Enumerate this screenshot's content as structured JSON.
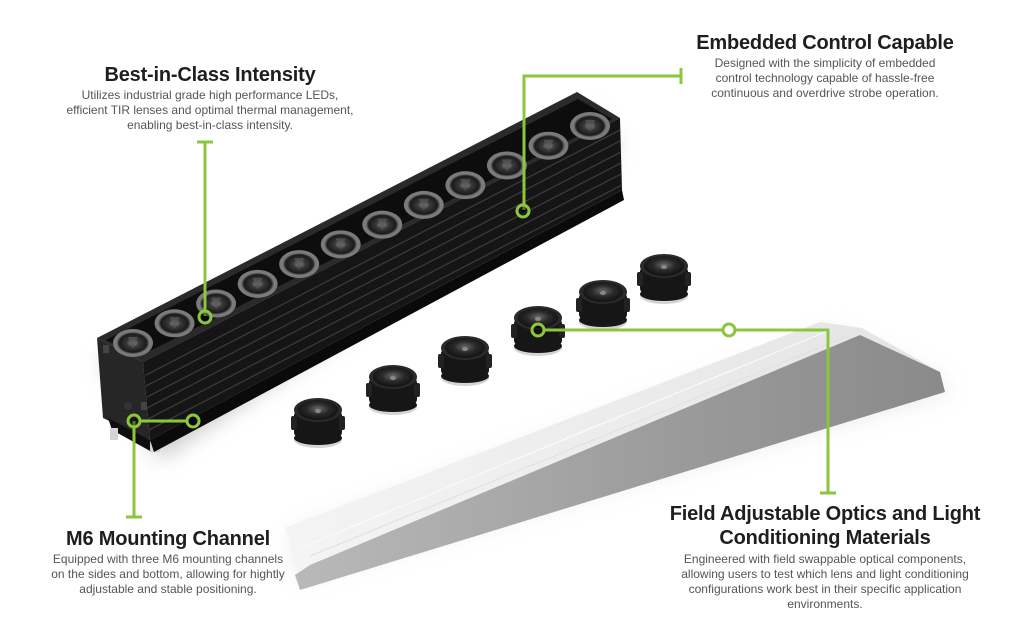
{
  "colors": {
    "accent_green": "#8cc63f",
    "heading": "#1e1e1e",
    "body_text": "#555555",
    "housing": "#141414"
  },
  "callouts": {
    "intensity": {
      "title": "Best-in-Class Intensity",
      "lines": [
        "Utilizes industrial grade high performance LEDs,",
        "efficient TIR lenses and optimal thermal management,",
        "enabling best-in-class intensity."
      ]
    },
    "control": {
      "title": "Embedded Control Capable",
      "lines": [
        "Designed with the simplicity of embedded",
        "control technology capable of hassle-free",
        "continuous and overdrive strobe operation."
      ]
    },
    "mounting": {
      "title": "M6 Mounting Channel",
      "lines": [
        "Equipped with three M6 mounting channels",
        "on the sides and bottom, allowing for hightly",
        "adjustable and stable positioning."
      ]
    },
    "optics": {
      "title_lines": [
        "Field Adjustable Optics and Light",
        "Conditioning Materials"
      ],
      "lines": [
        "Engineered with field swappable optical components,",
        "allowing users to test which lens and light conditioning",
        "configurations work best in their specific application",
        "environments."
      ]
    }
  },
  "product": {
    "mounted_lens_count": 12,
    "loose_lens_count": 6
  }
}
